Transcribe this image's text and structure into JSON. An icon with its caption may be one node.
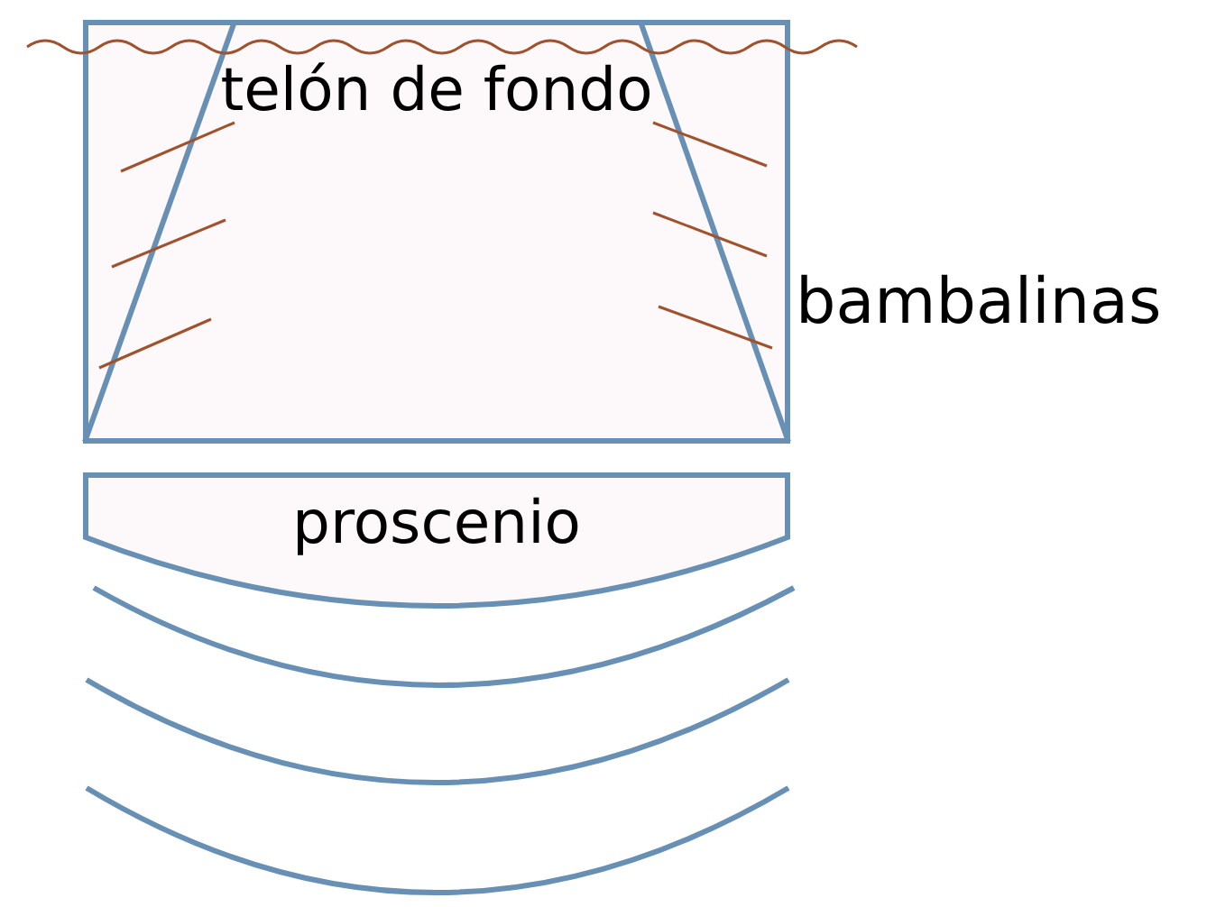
{
  "diagram": {
    "nodes": [
      {
        "text": [
          "telón de fondo"
        ]
      },
      {
        "text": [
          "proscenio"
        ]
      }
    ],
    "labels": [
      "bambalinas"
    ]
  }
}
